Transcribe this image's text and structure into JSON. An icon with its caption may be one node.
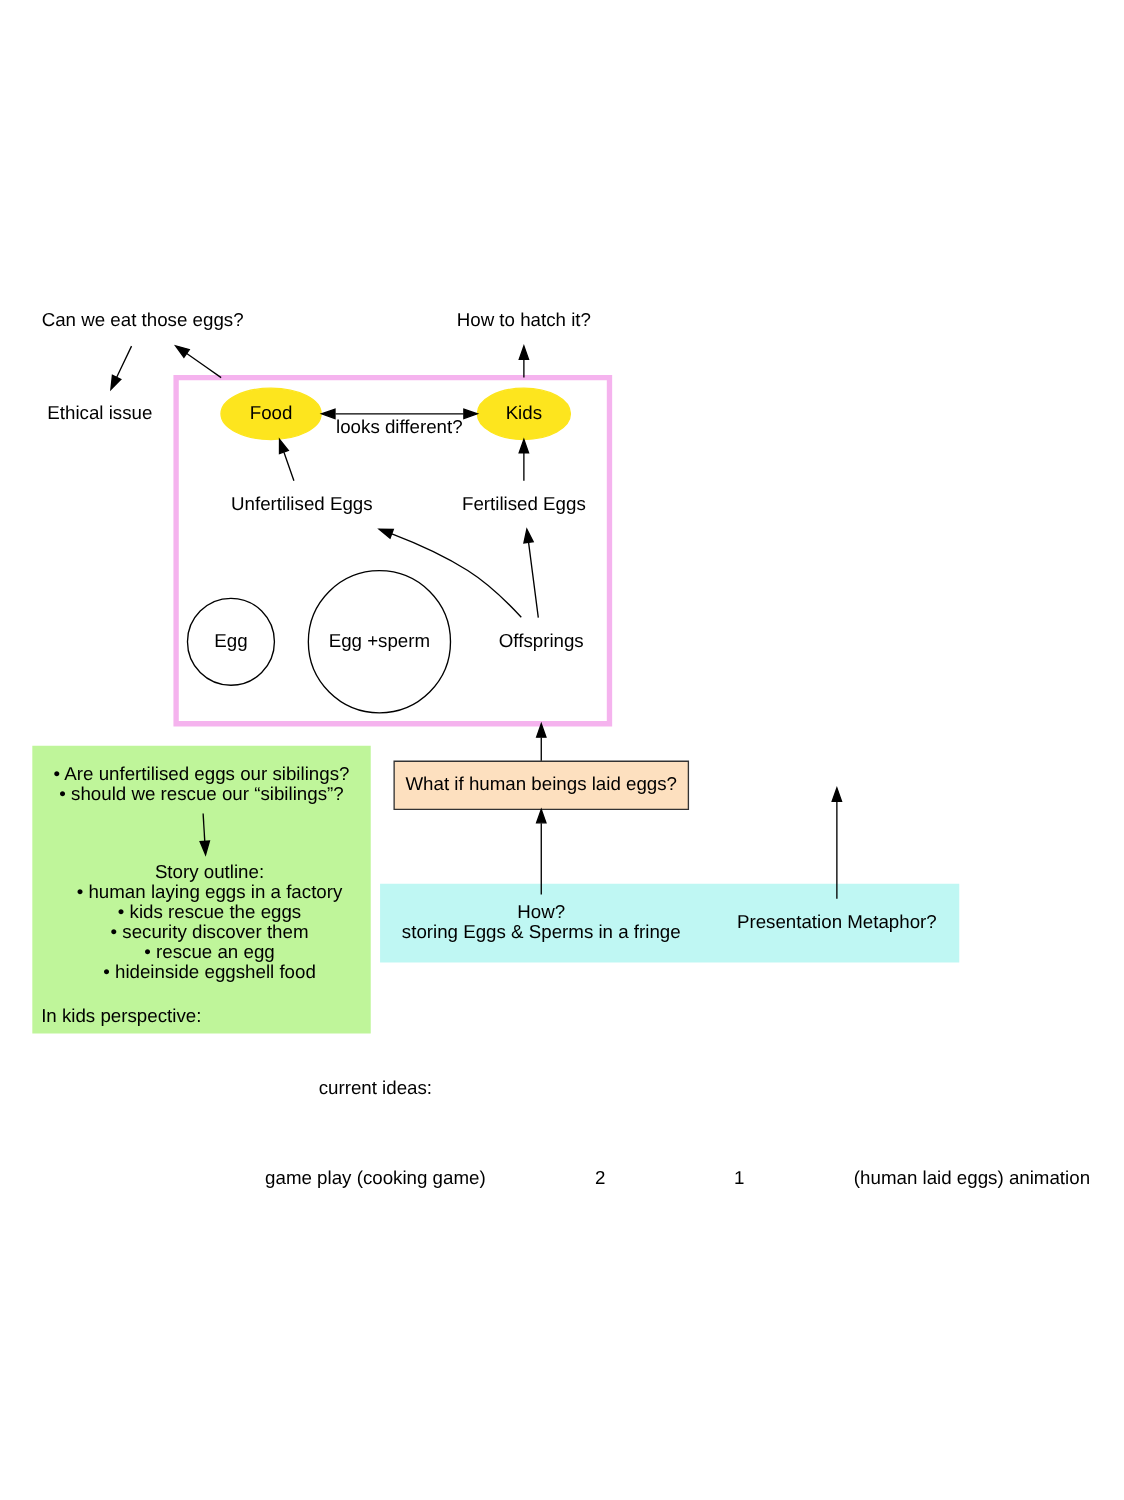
{
  "diagram": {
    "nodes": [
      {
        "text": [
          "How to hatch it?"
        ]
      },
      {
        "text": [
          "Can we eat those eggs?"
        ]
      },
      {
        "text": [
          "Ethical issue"
        ]
      },
      {
        "text": [],
        "shape": "box"
      },
      {
        "text": [
          "Kids"
        ],
        "in": 3
      },
      {
        "text": [
          "Food"
        ],
        "in": 3
      },
      {
        "text": [
          "Fertilised Eggs"
        ],
        "in": 3
      },
      {
        "text": [
          "Unfertilised Eggs"
        ],
        "in": 3
      },
      {
        "text": [
          "Offsprings"
        ],
        "in": 3
      },
      {
        "text": [
          "Egg +sperm"
        ],
        "in": 3
      },
      {
        "text": [
          "Egg"
        ],
        "in": 3
      },
      {
        "text": [
          "In kids perspective:"
        ]
      },
      {
        "text": [
          "• Are unfertilised eggs our sibilings?",
          "• should we rescue our “sibilings”?"
        ],
        "in": 11
      },
      {
        "text": [
          "Story outline:",
          "• human laying eggs in a factory",
          "• kids rescue the eggs",
          "• security discover them",
          "• rescue an egg",
          "• hideinside eggshell food"
        ],
        "in": 11
      },
      {
        "text": [
          "What if human beings laid eggs?"
        ]
      },
      {
        "text": [],
        "shape": "box"
      },
      {
        "text": [
          "How?"
        ],
        "in": 15,
        "beside": [
          "storing Eggs & Sperms in a fringe"
        ]
      },
      {
        "text": [
          "Presentation Metaphor?"
        ],
        "in": 15
      }
    ],
    "edges": [
      {
        "from": 3,
        "to": 0,
        "arrow": "to"
      },
      {
        "from": 3,
        "to": 1,
        "arrow": "to"
      },
      {
        "from": 1,
        "to": 2,
        "arrow": "to"
      },
      {
        "from": 4,
        "to": 5,
        "arrow": "both",
        "label": "looks different?"
      },
      {
        "from": 6,
        "to": 4,
        "arrow": "to"
      },
      {
        "from": 7,
        "to": 5,
        "arrow": "to"
      },
      {
        "from": 8,
        "to": 6,
        "arrow": "to"
      },
      {
        "from": 8,
        "to": 7,
        "arrow": "to"
      },
      {
        "from": 14,
        "to": 3,
        "arrow": "to"
      },
      {
        "from": 16,
        "to": 14,
        "arrow": "to"
      },
      {
        "from": 12,
        "to": 13,
        "arrow": "to"
      },
      {
        "from": 17,
        "to": null,
        "arrow": "to"
      }
    ],
    "labels": [
      "current ideas:",
      "game play (cooking game)",
      "2",
      "1",
      "(human laid eggs) animation"
    ]
  }
}
